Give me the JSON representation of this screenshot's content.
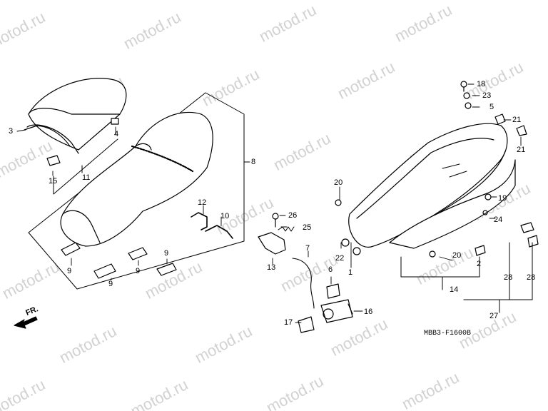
{
  "watermark": "motod.ru",
  "diagram_code": "MBB3-F1600B",
  "direction_label": "FR.",
  "callouts": {
    "c1": "1",
    "c2": "2",
    "c3": "3",
    "c4": "4",
    "c5": "5",
    "c6": "6",
    "c7": "7",
    "c8": "8",
    "c9a": "9",
    "c9b": "9",
    "c9c": "9",
    "c9d": "9",
    "c10": "10",
    "c11": "11",
    "c12": "12",
    "c13": "13",
    "c14": "14",
    "c15": "15",
    "c16": "16",
    "c17": "17",
    "c18": "18",
    "c19": "19",
    "c20a": "20",
    "c20b": "20",
    "c21a": "21",
    "c21b": "21",
    "c22": "22",
    "c23": "23",
    "c24": "24",
    "c25": "25",
    "c26": "26",
    "c27": "27",
    "c28a": "28",
    "c28b": "28"
  }
}
